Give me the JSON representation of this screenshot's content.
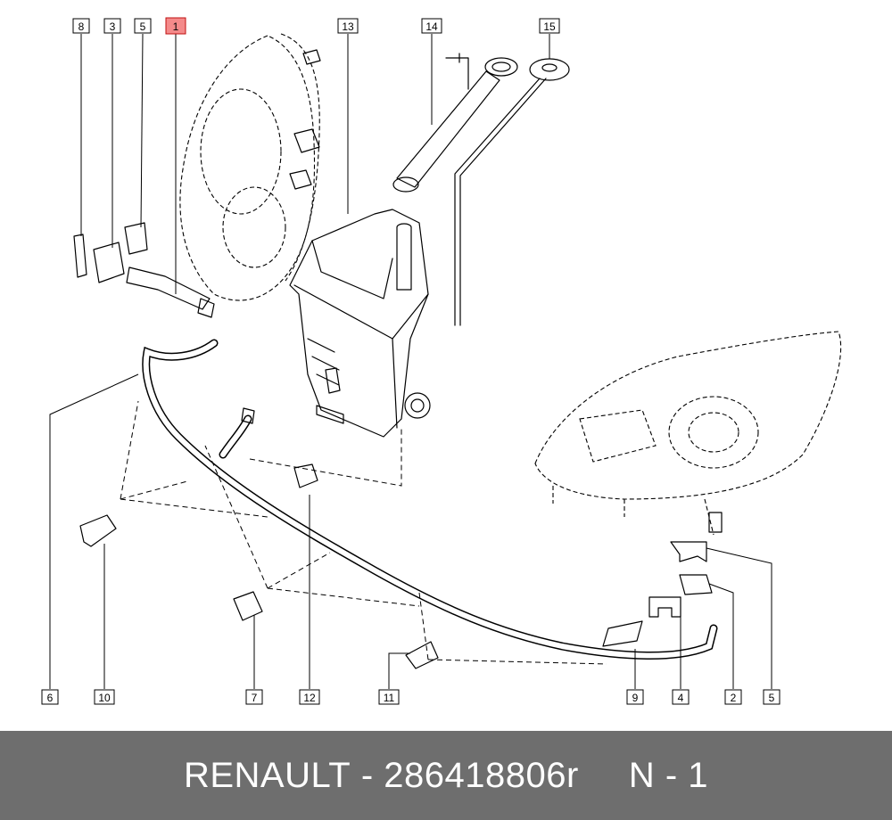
{
  "colors": {
    "highlight": "#f48a8a",
    "footer_bg": "#6e6e6e"
  },
  "labels": {
    "l1": "1",
    "l2": "2",
    "l3": "3",
    "l4": "4",
    "l5a": "5",
    "l5b": "5",
    "l6": "6",
    "l7": "7",
    "l8": "8",
    "l9": "9",
    "l10": "10",
    "l11": "11",
    "l12": "12",
    "l13": "13",
    "l14": "14",
    "l15": "15"
  },
  "footer": {
    "brand": "RENAULT",
    "separator": "-",
    "part_number": "286418806r",
    "page": "N - 1"
  }
}
